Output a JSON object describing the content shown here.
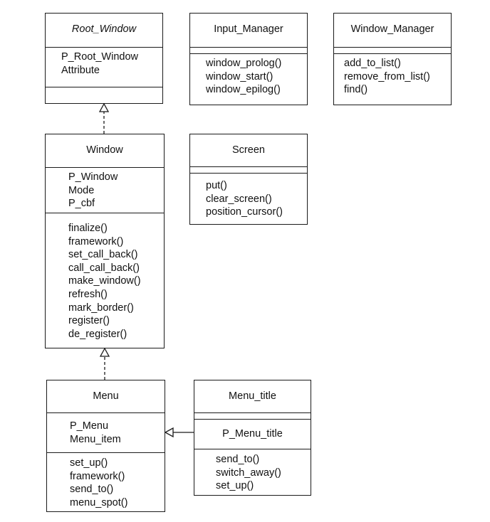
{
  "classes": {
    "root_window": {
      "name": "Root_Window",
      "attributes": [
        "P_Root_Window",
        "Attribute"
      ],
      "operations": []
    },
    "input_manager": {
      "name": "Input_Manager",
      "attributes": [],
      "operations": [
        "window_prolog()",
        "window_start()",
        "window_epilog()"
      ]
    },
    "window_manager": {
      "name": "Window_Manager",
      "attributes": [],
      "operations": [
        "add_to_list()",
        "remove_from_list()",
        "find()"
      ]
    },
    "window": {
      "name": "Window",
      "attributes": [
        "P_Window",
        "Mode",
        "P_cbf"
      ],
      "operations": [
        "finalize()",
        "framework()",
        "set_call_back()",
        "call_call_back()",
        "make_window()",
        "refresh()",
        "mark_border()",
        "register()",
        "de_register()"
      ]
    },
    "screen": {
      "name": "Screen",
      "attributes": [],
      "operations": [
        "put()",
        "clear_screen()",
        "position_cursor()"
      ]
    },
    "menu": {
      "name": "Menu",
      "attributes": [
        "P_Menu",
        "Menu_item"
      ],
      "operations": [
        "set_up()",
        "framework()",
        "send_to()",
        "menu_spot()"
      ]
    },
    "menu_title": {
      "name": "Menu_title",
      "attributes": [
        "P_Menu_title"
      ],
      "operations": [
        "send_to()",
        "switch_away()",
        "set_up()"
      ]
    }
  },
  "relations": [
    {
      "type": "generalization",
      "from": "window",
      "to": "root_window"
    },
    {
      "type": "generalization",
      "from": "menu",
      "to": "window"
    },
    {
      "type": "generalization",
      "from": "menu_title",
      "to": "menu"
    }
  ]
}
